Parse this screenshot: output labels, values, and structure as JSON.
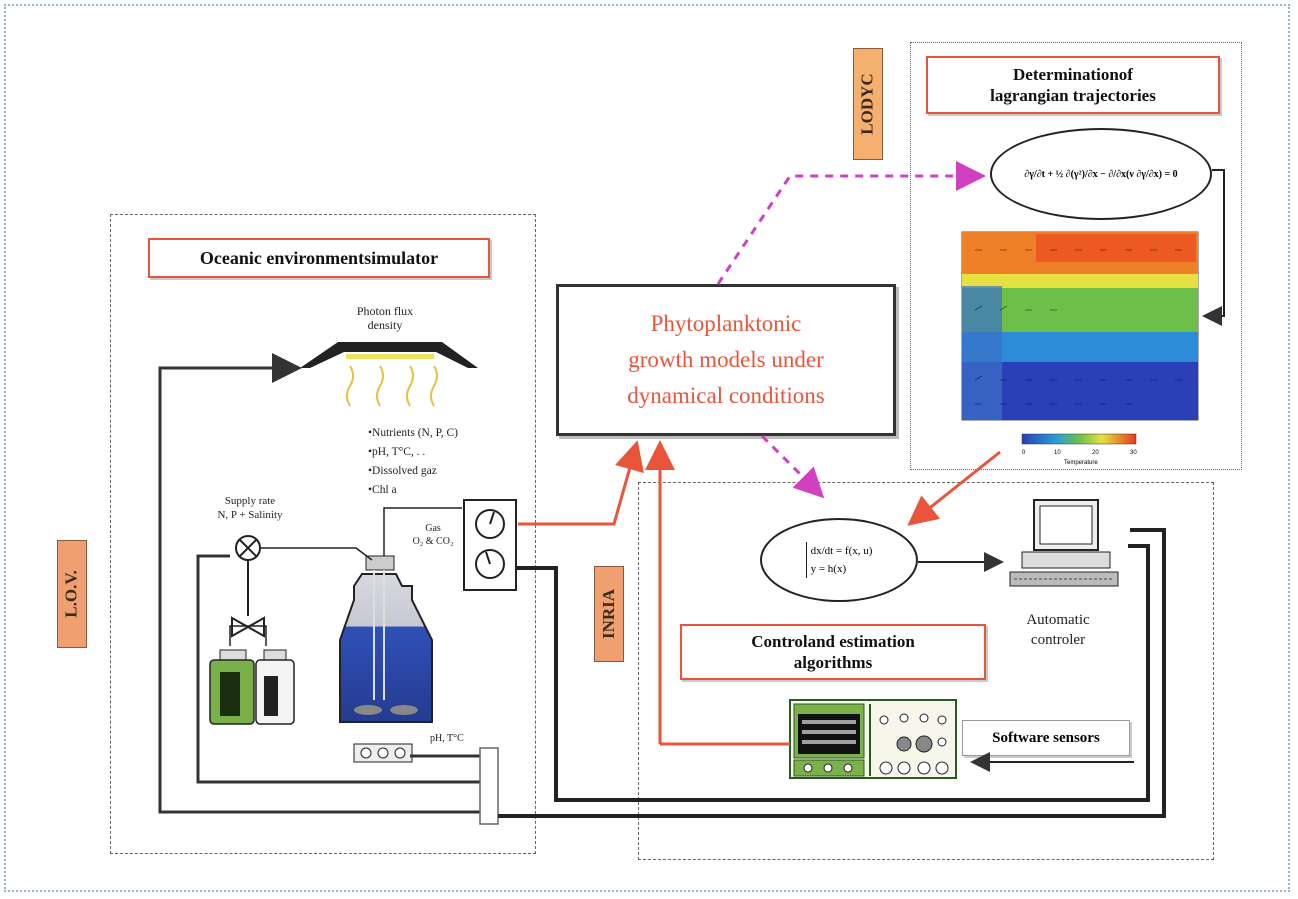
{
  "labels": {
    "lov": "L.O.V.",
    "lodyc": "LODYC",
    "inria": "INRIA"
  },
  "titles": {
    "oceanic": "Oceanic environmentsimulator",
    "lagrangian_line1": "Determinationof",
    "lagrangian_line2": "lagrangian trajectories",
    "control_line1": "Controland estimation",
    "control_line2": "algorithms"
  },
  "center": {
    "line1": "Phytoplanktonic",
    "line2": "growth models under",
    "line3": "dynamical conditions"
  },
  "simulator": {
    "photon_line1": "Photon flux",
    "photon_line2": "density",
    "nutrients": "•Nutrients (N, P, C)",
    "ph_temp": "•pH, T°C, . .",
    "dissolved": "•Dissolved gaz",
    "chl": "•Chl a",
    "supply_line1": "Supply rate",
    "supply_line2": "N, P + Salinity",
    "gas_line1": "Gas",
    "gas_line2": "O₂ & CO₂",
    "ph_sensor": "pH, T°C"
  },
  "controller": {
    "line1": "Automatic",
    "line2": "controler",
    "software": "Software sensors",
    "eq_line1": "dx/dt = f(x, u)",
    "eq_line2": "y = h(x)"
  },
  "lagrangian": {
    "pde": "∂γ/∂t + ½ ∂(γ²)/∂x − ∂/∂x(ν ∂γ/∂x) = 0",
    "colorbar_label": "Temperature",
    "colorbar_ticks": [
      "0",
      "10",
      "20",
      "30"
    ]
  },
  "colors": {
    "accent_red": "#e8553a",
    "label_orange": "#f0a070",
    "arrow_magenta": "#d040c0",
    "group_border": "#666666"
  }
}
